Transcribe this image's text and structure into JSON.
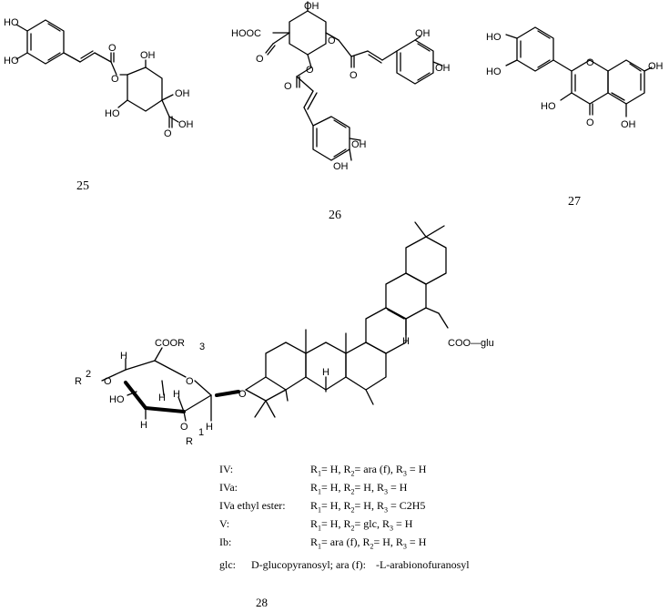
{
  "compounds": {
    "c25": {
      "number": "25"
    },
    "c26": {
      "number": "26"
    },
    "c27": {
      "number": "27"
    },
    "c28": {
      "number": "28"
    }
  },
  "atom_labels": {
    "HO": "HO",
    "OH": "OH",
    "O": "O",
    "H": "H",
    "COOH_rev": "HOOC",
    "COOH": "OH",
    "COOR": "COOR",
    "R3sub": "3",
    "COOglu": "COO—glu",
    "R2": "R",
    "R2sub": "2",
    "R1": "R",
    "R1sub": "1"
  },
  "legend": [
    {
      "name": "IV:",
      "r1": "H",
      "r2": "ara (f)",
      "r3": "H"
    },
    {
      "name": "IVa:",
      "r1": "H",
      "r2": "H",
      "r3": "H"
    },
    {
      "name": "IVa ethyl ester:",
      "r1": "H",
      "r2": "H",
      "r3": "C2H5"
    },
    {
      "name": "V:",
      "r1": "H",
      "r2": "glc",
      "r3": "H"
    },
    {
      "name": "Ib:",
      "r1": "ara (f)",
      "r2": "H",
      "r3": "H"
    }
  ],
  "footnote": {
    "glc_key": "glc:",
    "glc_def": "D-glucopyranosyl; ara (f):",
    "ara_def": "-L-arabionofuranosyl"
  }
}
